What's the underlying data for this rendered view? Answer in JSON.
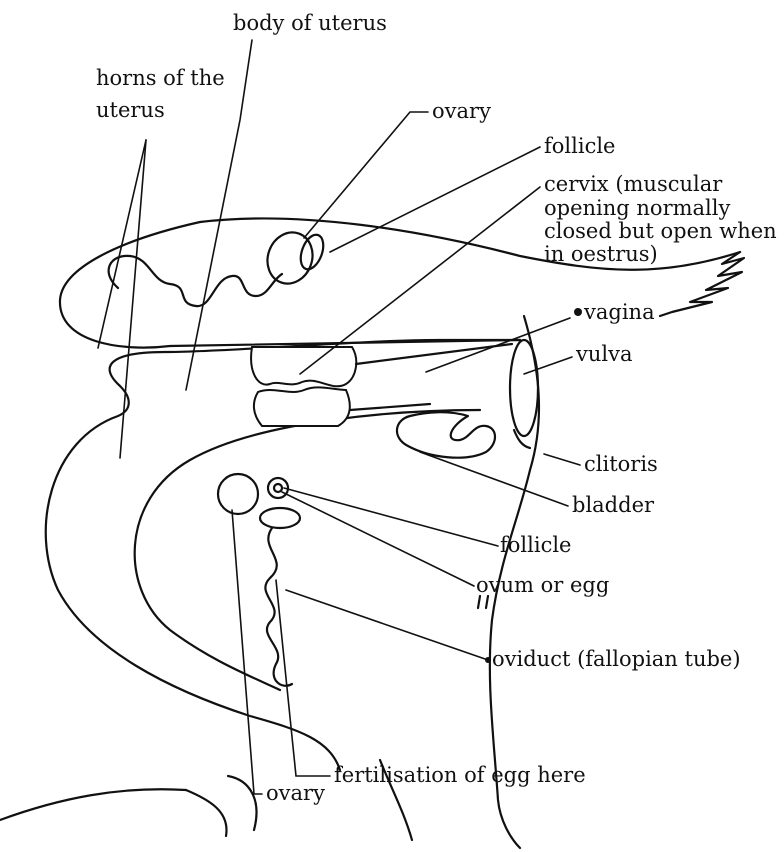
{
  "labels": {
    "body_of_uterus": "body of uterus",
    "horns_line1": "horns of the",
    "horns_line2": "uterus",
    "ovary_top": "ovary",
    "follicle_top": "follicle",
    "cervix_line1": "cervix (muscular",
    "cervix_line2": "opening normally",
    "cervix_line3": "closed but open when",
    "cervix_line4": "in oestrus)",
    "vagina": "vagina",
    "vulva": "vulva",
    "clitoris": "clitoris",
    "bladder": "bladder",
    "follicle_bottom": "follicle",
    "ovum": "ovum or egg",
    "oviduct": "oviduct (fallopian tube)",
    "fertilisation": "fertilisation of egg here",
    "ovary_bottom": "ovary"
  },
  "colors": {
    "ink": "#111111",
    "paper": "#ffffff"
  }
}
